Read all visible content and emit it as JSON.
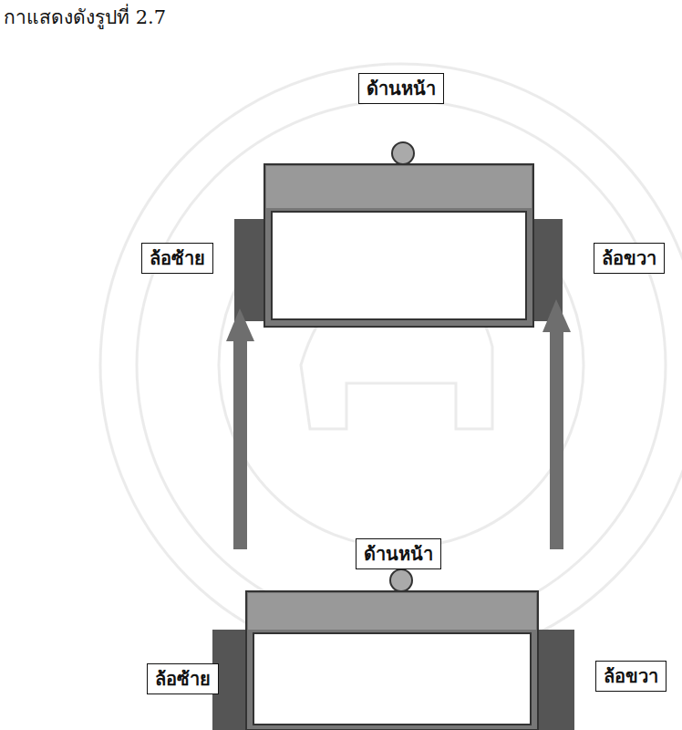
{
  "diagram": {
    "nodes": [
      {
        "text": [
          "ด้านหน้า"
        ]
      },
      {
        "text": [
          "ล้อซ้าย"
        ]
      },
      {
        "text": [
          "ล้อขวา"
        ]
      },
      {
        "text": [
          "ด้านหน้า"
        ]
      },
      {
        "text": [
          "ล้อซ้าย"
        ]
      },
      {
        "text": [
          "ล้อขวา"
        ]
      }
    ],
    "labels": [
      "กาแสดงดังรูปที่ 2.7"
    ]
  }
}
